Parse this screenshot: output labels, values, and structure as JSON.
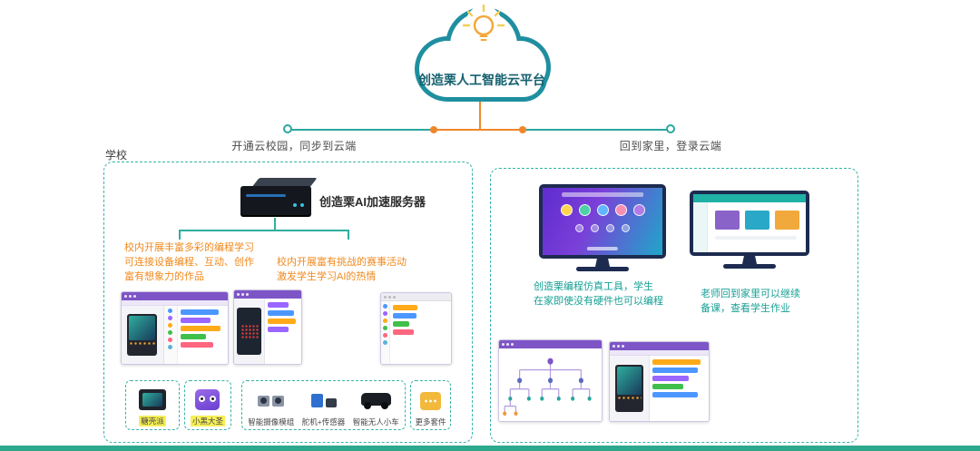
{
  "colors": {
    "teal": "#2aa7a0",
    "orange_line": "#f0862c",
    "orange_text": "#f0891c",
    "teal_text": "#17a095",
    "purple_window": "#7d55c7",
    "highlight_yellow": "#f6ef56",
    "monitor_navy": "#1d2b50",
    "bottom_strip": "#2ea88c"
  },
  "cloud": {
    "title": "创造栗人工智能云平台"
  },
  "flow": {
    "left_label": "开通云校园，同步到云端",
    "right_label": "回到家里，登录云端"
  },
  "school": {
    "box_label": "学校",
    "server_label": "创造栗AI加速服务器",
    "note1_line1": "校内开展丰富多彩的编程学习",
    "note1_line2": "可连接设备编程、互动、创作",
    "note1_line3": "富有想象力的作品",
    "note2_line1": "校内开展富有挑战的赛事活动",
    "note2_line2": "激发学生学习AI的热情",
    "kits": [
      {
        "label": "糖壳派"
      },
      {
        "label": "小黑大圣"
      },
      {
        "label": "智能摄像模组"
      },
      {
        "label": "舵机+传感器"
      },
      {
        "label": "智能无人小车"
      },
      {
        "label": "更多套件"
      }
    ]
  },
  "home": {
    "note1_line1": "创造栗编程仿真工具，学生",
    "note1_line2": "在家即使没有硬件也可以编程",
    "note2_line1": "老师回到家里可以继续",
    "note2_line2": "备课，查看学生作业"
  }
}
